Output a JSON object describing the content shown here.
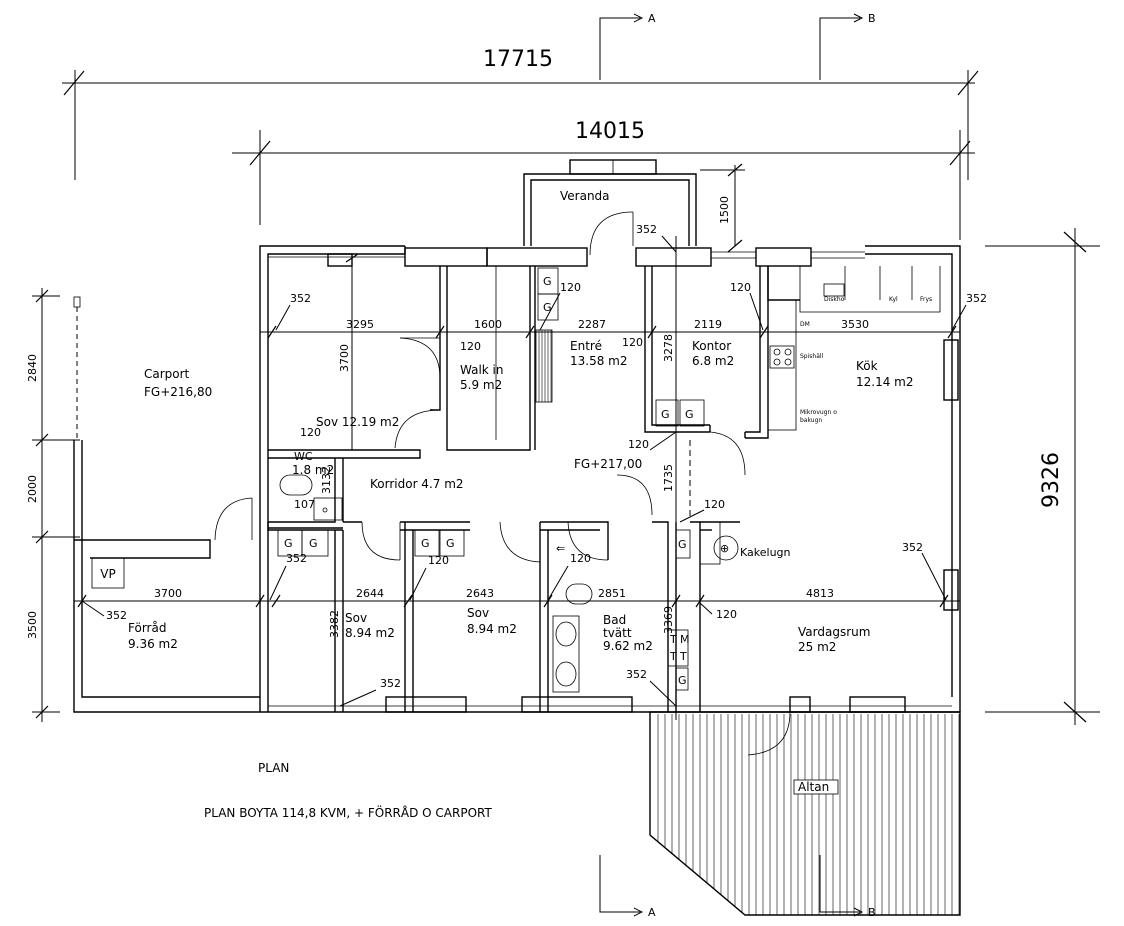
{
  "rooms": {
    "carport": {
      "name": "Carport",
      "level": "FG+216,80"
    },
    "veranda": "Veranda",
    "walkin": {
      "name": "Walk in",
      "area": "5.9 m2"
    },
    "entre": {
      "name": "Entré",
      "area": "13.58 m2"
    },
    "kontor": {
      "name": "Kontor",
      "area": "6.8 m2"
    },
    "kok": {
      "name": "Kök",
      "area": "12.14 m2"
    },
    "sov1": "Sov 12.19 m2",
    "wc": {
      "name": "WC",
      "area": "1.8 m2"
    },
    "korridor": "Korridor 4.7 m2",
    "fg_main": "FG+217,00",
    "kakelugn": "Kakelugn",
    "vp": "VP",
    "forrad": {
      "name": "Förråd",
      "area": "9.36 m2"
    },
    "sov2": {
      "name": "Sov",
      "area": "8.94 m2"
    },
    "sov3": {
      "name": "Sov",
      "area": "8.94 m2"
    },
    "bad": {
      "name1": "Bad",
      "name2": "tvätt",
      "area": "9.62 m2"
    },
    "vardagsrum": {
      "name": "Vardagsrum",
      "area": "25 m2"
    },
    "altan": "Altan"
  },
  "kitchen_labels": {
    "diskho": "Diskho",
    "kyl": "Kyl",
    "frys": "Frys",
    "spishall": "Spishäll",
    "mikro1": "Mikrovugn o",
    "mikro2": "bakugn",
    "dm": "DM"
  },
  "fixtures": {
    "g": "G",
    "t": "T",
    "m": "M"
  },
  "dimensions": {
    "overall": "17715",
    "main": "14015",
    "veranda_depth": "1500",
    "height_total": "9326",
    "d3295": "3295",
    "d1600": "1600",
    "d2287": "2287",
    "d2119": "2119",
    "d3530": "3530",
    "d3700v": "3700",
    "d3278": "3278",
    "d1735": "1735",
    "d3132": "3132",
    "d107": "107",
    "d3700": "3700",
    "d2644": "2644",
    "d2643": "2643",
    "d2851": "2851",
    "d4813": "4813",
    "d3382": "3382",
    "d3369": "3369",
    "left2840": "2840",
    "left2000": "2000",
    "left3500": "3500",
    "w120": "120",
    "w352": "352"
  },
  "sections": {
    "a": "A",
    "b": "B"
  },
  "captions": {
    "plan": "PLAN",
    "boyta": "PLAN   BOYTA 114,8 KVM, + FÖRRÅD O CARPORT"
  }
}
